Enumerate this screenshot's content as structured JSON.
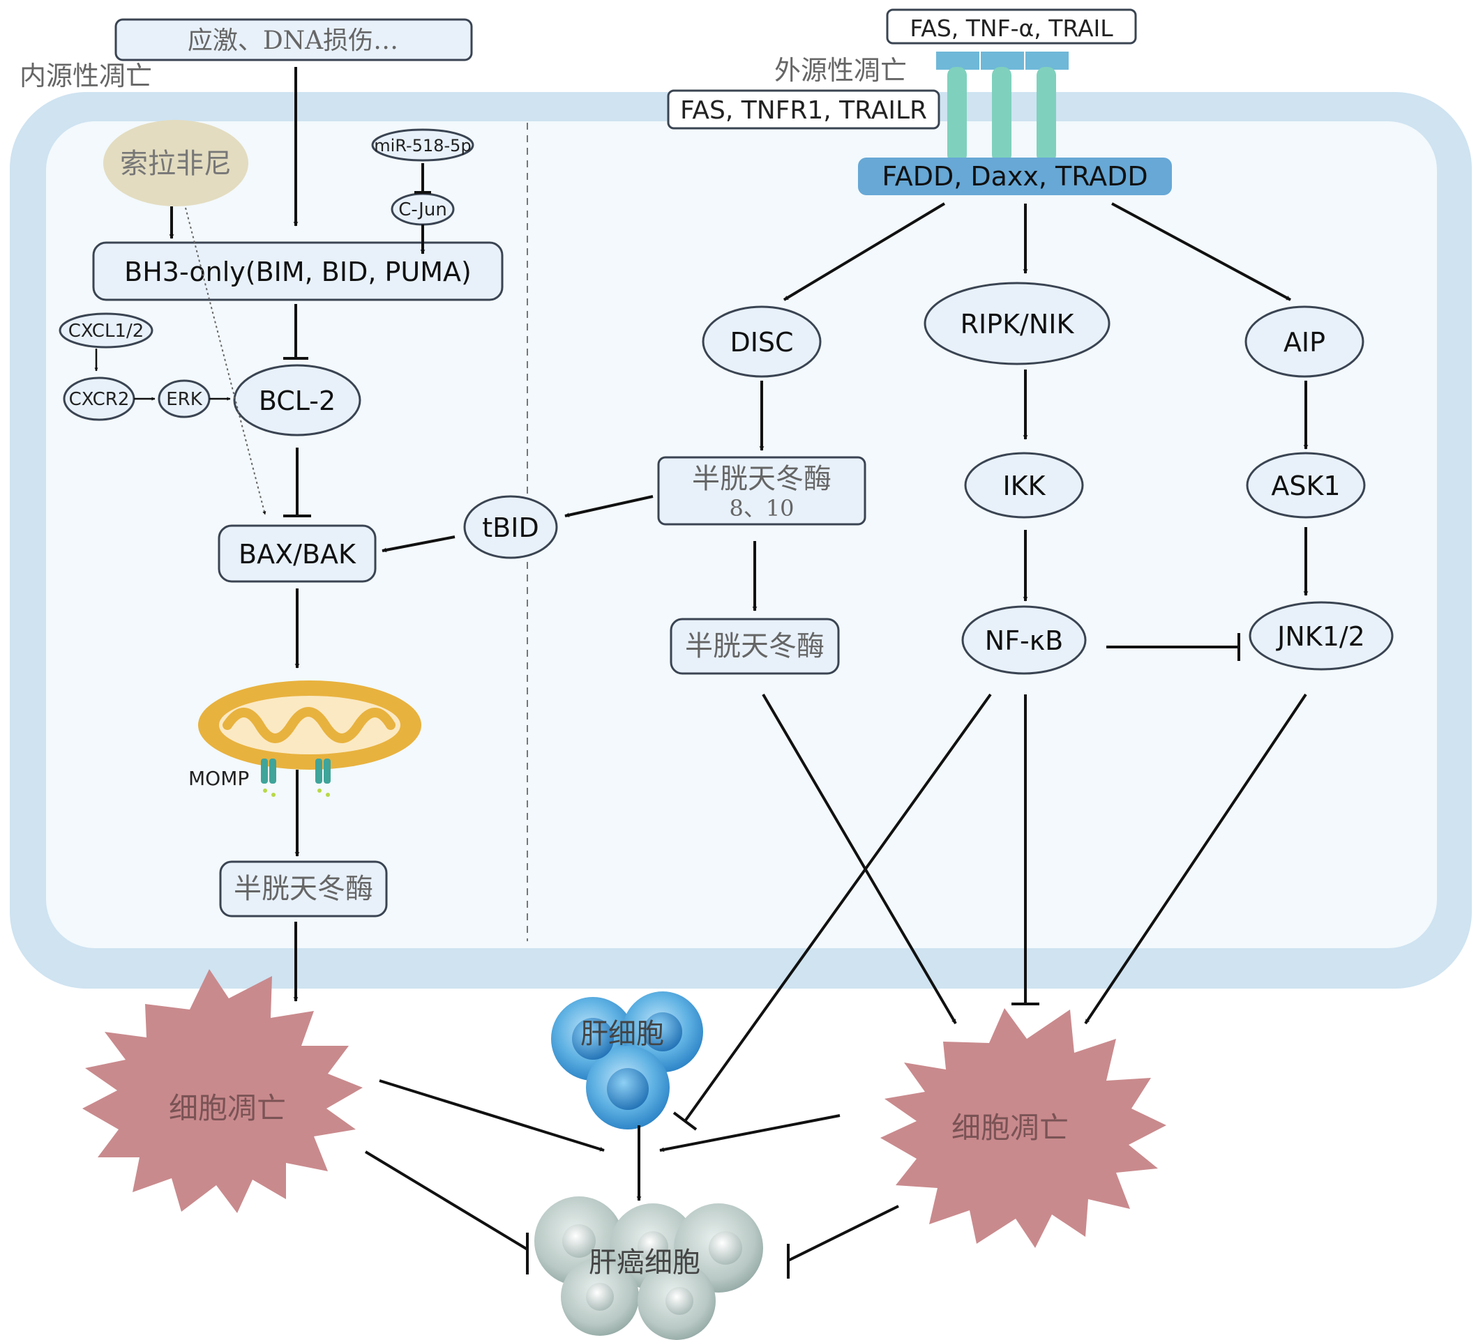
{
  "labels": {
    "stress": "应激、DNA损伤…",
    "intrinsic": "内源性凋亡",
    "extrinsic": "外源性凋亡",
    "ligands": "FAS, TNF-α, TRAIL",
    "receptors": "FAS, TNFR1, TRAILR",
    "adaptors": "FADD, Daxx, TRADD",
    "sorafenib": "索拉非尼",
    "mir": "miR-518-5p",
    "cjun": "C-Jun",
    "bh3": "BH3-only(BIM, BID, PUMA)",
    "cxcl": "CXCL1/2",
    "cxcr2": "CXCR2",
    "erk": "ERK",
    "bcl2": "BCL-2",
    "baxbak": "BAX/BAK",
    "tbid": "tBID",
    "momp": "MOMP",
    "caspase_left": "半胱天冬酶",
    "disc": "DISC",
    "ripk": "RIPK/NIK",
    "aip": "AIP",
    "caspase810_line1": "半胱天冬酶",
    "caspase810_line2": "8、10",
    "caspase_mid": "半胱天冬酶",
    "ikk": "IKK",
    "ask1": "ASK1",
    "nfkb": "NF-κB",
    "jnk": "JNK1/2",
    "apoptosis_left": "细胞凋亡",
    "hepatocyte": "肝细胞",
    "apoptosis_right": "细胞凋亡",
    "hcc": "肝癌细胞"
  },
  "colors": {
    "membrane": "#cfe3f1",
    "cytoplasm": "#f3f9fc",
    "node_fill": "#e8f1fa",
    "node_stroke": "#3a4452",
    "receptor": "#7fd1bd",
    "receptor_cap": "#6fb8d8",
    "adaptor_bar": "#67a8d6",
    "sorafenib": "#e3dcc0",
    "apoptotic_cell": "#c98a8d",
    "hepatocyte": "#4fa3dc",
    "hcc_cell": "#b7c7c3",
    "mito_outer": "#e8b23e",
    "mito_inner": "#fbe9c3",
    "arrow": "#111111"
  }
}
